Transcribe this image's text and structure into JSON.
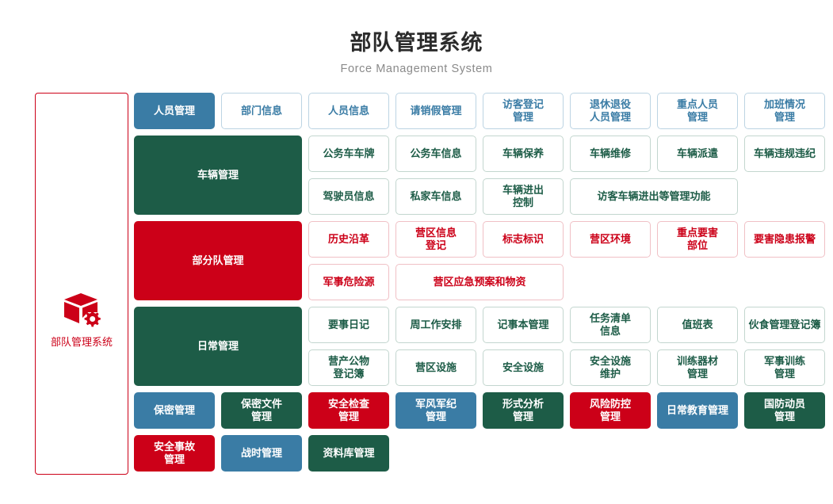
{
  "header": {
    "title": "部队管理系统",
    "subtitle": "Force Management System"
  },
  "sidebar": {
    "label": "部队管理系统",
    "icon": "box-gear-icon",
    "border_color": "#cc0018",
    "text_color": "#cc0018"
  },
  "colors": {
    "blue": "#3a7ca5",
    "green": "#1d5c47",
    "red": "#cc0018",
    "title": "#2b2b2b",
    "subtitle": "#8a8a8a",
    "page_background": "#ffffff"
  },
  "rows": [
    {
      "category": {
        "label": "人员管理",
        "color": "blue",
        "span_rows": 1
      },
      "lines": [
        [
          {
            "label": "部门信息",
            "color": "blue",
            "style": "outline",
            "span": 1
          },
          {
            "label": "人员信息",
            "color": "blue",
            "style": "outline",
            "span": 1
          },
          {
            "label": "请销假管理",
            "color": "blue",
            "style": "outline",
            "span": 1
          },
          {
            "label": "访客登记\n管理",
            "color": "blue",
            "style": "outline",
            "span": 1
          },
          {
            "label": "退休退役\n人员管理",
            "color": "blue",
            "style": "outline",
            "span": 1
          },
          {
            "label": "重点人员\n管理",
            "color": "blue",
            "style": "outline",
            "span": 1
          },
          {
            "label": "加班情况\n管理",
            "color": "blue",
            "style": "outline",
            "span": 1
          }
        ]
      ]
    },
    {
      "category": {
        "label": "车辆管理",
        "color": "green",
        "span_rows": 2
      },
      "lines": [
        [
          {
            "label": "公务车车牌",
            "color": "green",
            "style": "outline",
            "span": 1
          },
          {
            "label": "公务车信息",
            "color": "green",
            "style": "outline",
            "span": 1
          },
          {
            "label": "车辆保养",
            "color": "green",
            "style": "outline",
            "span": 1
          },
          {
            "label": "车辆维修",
            "color": "green",
            "style": "outline",
            "span": 1
          },
          {
            "label": "车辆派遣",
            "color": "green",
            "style": "outline",
            "span": 1
          },
          {
            "label": "车辆违规违纪",
            "color": "green",
            "style": "outline",
            "span": 1
          },
          {
            "label": "驾驶员信息",
            "color": "green",
            "style": "outline",
            "span": 1
          }
        ],
        [
          {
            "label": "私家车信息",
            "color": "green",
            "style": "outline",
            "span": 1
          },
          {
            "label": "车辆进出\n控制",
            "color": "green",
            "style": "outline",
            "span": 1
          },
          {
            "label": "访客车辆进出等管理功能",
            "color": "green",
            "style": "outline",
            "span": 2
          }
        ]
      ]
    },
    {
      "category": {
        "label": "部分队管理",
        "color": "red",
        "span_rows": 2
      },
      "lines": [
        [
          {
            "label": "历史沿革",
            "color": "red",
            "style": "outline",
            "span": 1
          },
          {
            "label": "营区信息\n登记",
            "color": "red",
            "style": "outline",
            "span": 1
          },
          {
            "label": "标志标识",
            "color": "red",
            "style": "outline",
            "span": 1
          },
          {
            "label": "营区环境",
            "color": "red",
            "style": "outline",
            "span": 1
          },
          {
            "label": "重点要害\n部位",
            "color": "red",
            "style": "outline",
            "span": 1
          },
          {
            "label": "要害隐患报警",
            "color": "red",
            "style": "outline",
            "span": 1
          },
          {
            "label": "军事危险源",
            "color": "red",
            "style": "outline",
            "span": 1
          }
        ],
        [
          {
            "label": "营区应急预案和物资",
            "color": "red",
            "style": "outline",
            "span": 2
          }
        ]
      ]
    },
    {
      "category": {
        "label": "日常管理",
        "color": "green",
        "span_rows": 2
      },
      "lines": [
        [
          {
            "label": "要事日记",
            "color": "green",
            "style": "outline",
            "span": 1
          },
          {
            "label": "周工作安排",
            "color": "green",
            "style": "outline",
            "span": 1
          },
          {
            "label": "记事本管理",
            "color": "green",
            "style": "outline",
            "span": 1
          },
          {
            "label": "任务清单\n信息",
            "color": "green",
            "style": "outline",
            "span": 1
          },
          {
            "label": "值班表",
            "color": "green",
            "style": "outline",
            "span": 1
          },
          {
            "label": "伙食管理登记簿",
            "color": "green",
            "style": "outline",
            "span": 1
          },
          {
            "label": "营产公物\n登记簿",
            "color": "green",
            "style": "outline",
            "span": 1
          }
        ],
        [
          {
            "label": "营区设施",
            "color": "green",
            "style": "outline",
            "span": 1
          },
          {
            "label": "安全设施",
            "color": "green",
            "style": "outline",
            "span": 1
          },
          {
            "label": "安全设施\n维护",
            "color": "green",
            "style": "outline",
            "span": 1
          },
          {
            "label": "训练器材\n管理",
            "color": "green",
            "style": "outline",
            "span": 1
          },
          {
            "label": "军事训练\n管理",
            "color": "green",
            "style": "outline",
            "span": 1
          }
        ]
      ]
    },
    {
      "category": {
        "label": "保密管理",
        "color": "blue",
        "span_rows": 1
      },
      "lines": [
        [
          {
            "label": "保密文件\n管理",
            "color": "green",
            "style": "filled",
            "span": 1
          },
          {
            "label": "安全检查\n管理",
            "color": "red",
            "style": "filled",
            "span": 1
          },
          {
            "label": "军风军纪\n管理",
            "color": "blue",
            "style": "filled",
            "span": 1
          },
          {
            "label": "形式分析\n管理",
            "color": "green",
            "style": "filled",
            "span": 1
          },
          {
            "label": "风险防控\n管理",
            "color": "red",
            "style": "filled",
            "span": 1
          },
          {
            "label": "日常教育管理",
            "color": "blue",
            "style": "filled",
            "span": 1
          },
          {
            "label": "国防动员\n管理",
            "color": "green",
            "style": "filled",
            "span": 1
          }
        ]
      ]
    },
    {
      "category": {
        "label": "安全事故\n管理",
        "color": "red",
        "span_rows": 1
      },
      "lines": [
        [
          {
            "label": "战时管理",
            "color": "blue",
            "style": "filled",
            "span": 1
          },
          {
            "label": "资料库管理",
            "color": "green",
            "style": "filled",
            "span": 1
          }
        ]
      ]
    }
  ]
}
